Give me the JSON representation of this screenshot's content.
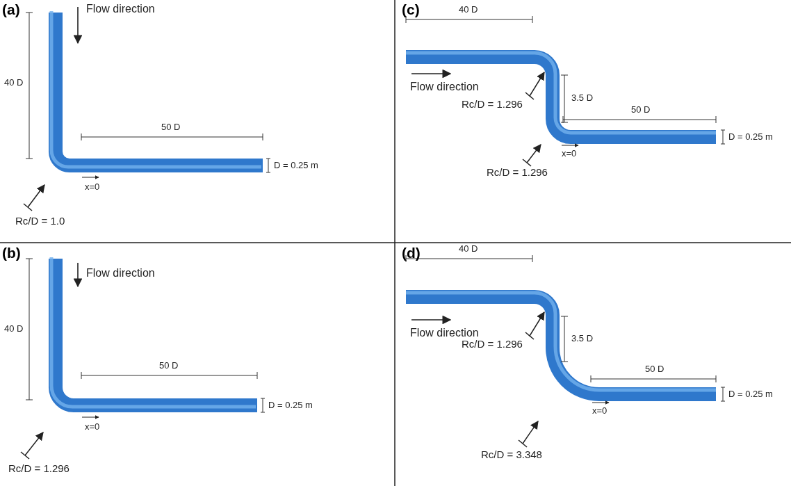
{
  "diagram": {
    "labels": [
      "(a)",
      "Flow direction",
      "40 D",
      "50 D",
      "D = 0.25 m",
      "x=0",
      "Rc/D = 1.0",
      "(b)",
      "Flow direction",
      "40 D",
      "50 D",
      "D = 0.25 m",
      "x=0",
      "Rc/D = 1.296",
      "(c)",
      "40 D",
      "Flow direction",
      "Rc/D = 1.296",
      "3.5 D",
      "50 D",
      "D = 0.25 m",
      "x=0",
      "Rc/D = 1.296",
      "(d)",
      "40 D",
      "Flow direction",
      "Rc/D = 1.296",
      "3.5 D",
      "50 D",
      "D = 0.25 m",
      "x=0",
      "Rc/D = 3.348"
    ]
  }
}
